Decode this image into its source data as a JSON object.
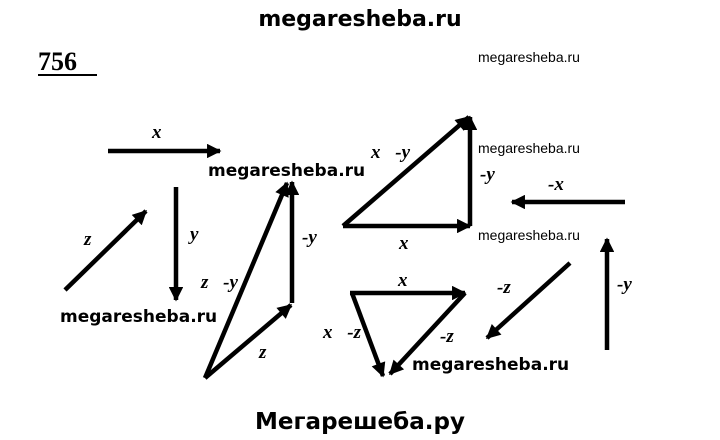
{
  "header": {
    "watermark": "megaresheba.ru"
  },
  "problem_number": "756",
  "watermarks": {
    "small_1": "megaresheba.ru",
    "small_2": "megaresheba.ru",
    "small_3": "megaresheba.ru",
    "bold_1": "megaresheba.ru",
    "bold_2": "megaresheba.ru",
    "bold_3": "megaresheba.ru"
  },
  "labels": {
    "x": "x⃗",
    "y": "y⃗",
    "z": "z⃗",
    "z_minus_y": "z⃗-y⃗",
    "neg_y_1": "-y⃗",
    "z_2": "z⃗",
    "x_minus_y": "x⃗-y⃗",
    "neg_y_2": "-y⃗",
    "x_2": "x⃗",
    "neg_x": "-x⃗",
    "x_3": "x⃗",
    "x_minus_z": "x⃗-z⃗",
    "neg_z_1": "-z⃗",
    "neg_z_2": "-z⃗",
    "neg_y_3": "-y⃗"
  },
  "footer": {
    "watermark": "Мегарешеба.ру"
  }
}
